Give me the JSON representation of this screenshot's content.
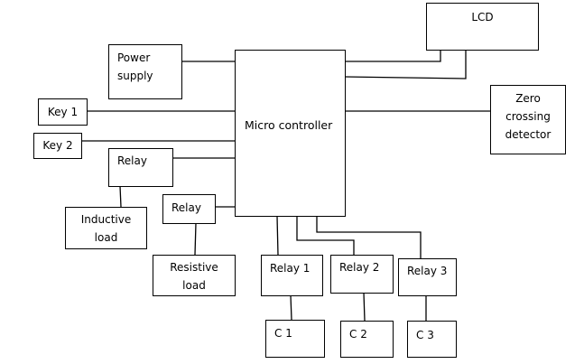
{
  "diagram": {
    "type": "block-diagram",
    "blocks": {
      "microcontroller": {
        "label": "Micro controller"
      },
      "lcd": {
        "label": "LCD"
      },
      "power_supply": {
        "label_line1": "Power",
        "label_line2": "supply"
      },
      "key1": {
        "label": "Key 1"
      },
      "key2": {
        "label": "Key 2"
      },
      "relay_upper": {
        "label": "Relay"
      },
      "inductive_load": {
        "label_line1": "Inductive",
        "label_line2": "load"
      },
      "relay_lower": {
        "label": "Relay"
      },
      "resistive_load": {
        "label_line1": "Resistive",
        "label_line2": "load"
      },
      "zero_crossing": {
        "label_line1": "Zero",
        "label_line2": "crossing",
        "label_line3": "detector"
      },
      "relay1": {
        "label": "Relay 1"
      },
      "relay2": {
        "label": "Relay 2"
      },
      "relay3": {
        "label": "Relay 3"
      },
      "c1": {
        "label": "C 1"
      },
      "c2": {
        "label": "C 2"
      },
      "c3": {
        "label": "C 3"
      }
    },
    "connections": [
      [
        "power_supply",
        "microcontroller"
      ],
      [
        "key1",
        "microcontroller"
      ],
      [
        "key2",
        "microcontroller"
      ],
      [
        "relay_upper",
        "microcontroller"
      ],
      [
        "relay_lower",
        "microcontroller"
      ],
      [
        "microcontroller",
        "lcd"
      ],
      [
        "microcontroller",
        "lcd"
      ],
      [
        "microcontroller",
        "zero_crossing"
      ],
      [
        "microcontroller",
        "relay1"
      ],
      [
        "microcontroller",
        "relay2"
      ],
      [
        "microcontroller",
        "relay3"
      ],
      [
        "relay_upper",
        "inductive_load"
      ],
      [
        "relay_lower",
        "resistive_load"
      ],
      [
        "relay1",
        "c1"
      ],
      [
        "relay2",
        "c2"
      ],
      [
        "relay3",
        "c3"
      ]
    ]
  }
}
